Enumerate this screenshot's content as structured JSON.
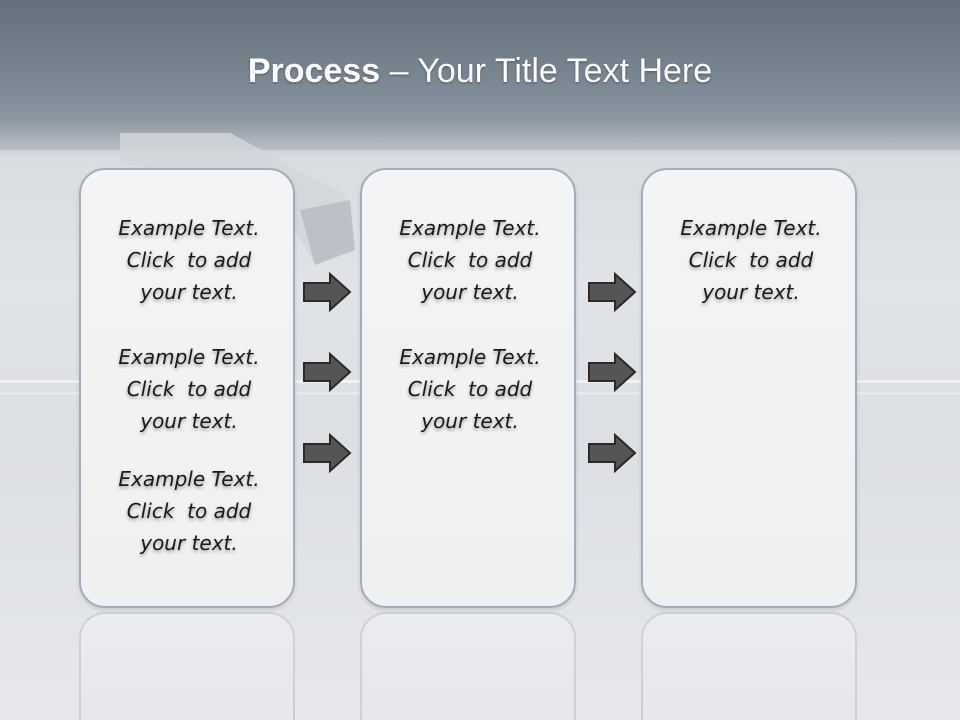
{
  "title": {
    "bold": "Process",
    "rest": "– Your Title Text Here"
  },
  "columns": [
    {
      "items": [
        [
          "Example Text.",
          "Click  to add",
          "your text."
        ],
        [
          "Example Text.",
          "Click  to add",
          "your text."
        ],
        [
          "Example Text.",
          "Click  to add",
          "your text."
        ]
      ]
    },
    {
      "items": [
        [
          "Example Text.",
          "Click  to add",
          "your text."
        ],
        [
          "Example Text.",
          "Click  to add",
          "your text."
        ]
      ]
    },
    {
      "items": [
        [
          "Example Text.",
          "Click  to add",
          "your text."
        ]
      ]
    }
  ],
  "arrow_icon": "right-arrow-icon",
  "colors": {
    "arrow_fill": "#555555",
    "panel_border": "#a3adb8",
    "title": "#ffffff"
  }
}
